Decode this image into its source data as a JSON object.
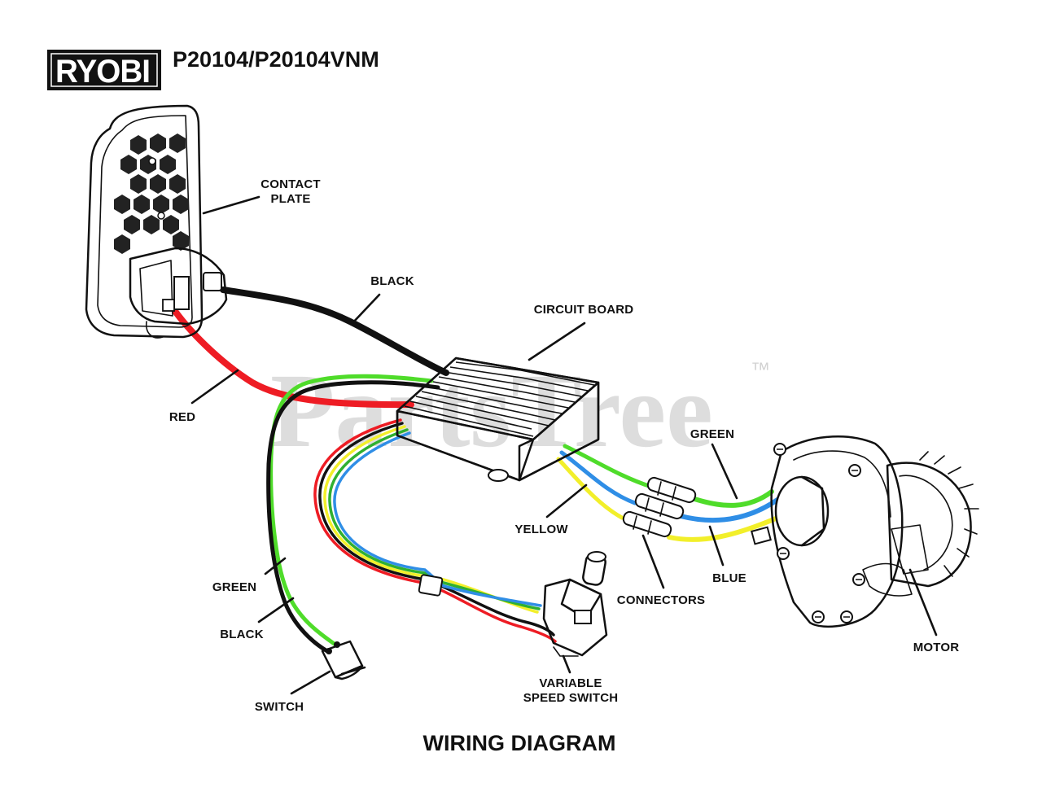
{
  "header": {
    "brand": "RYOBI",
    "model": "P20104/P20104VNM"
  },
  "watermark": {
    "text": "PartsTree",
    "trademark": "™"
  },
  "labels": {
    "contact_plate": [
      "CONTACT",
      "PLATE"
    ],
    "black_top": "BLACK",
    "circuit_board": "CIRCUIT BOARD",
    "red": "RED",
    "green_right": "GREEN",
    "yellow": "YELLOW",
    "green_left": "GREEN",
    "blue": "BLUE",
    "connectors": "CONNECTORS",
    "black_left": "BLACK",
    "motor": "MOTOR",
    "switch": "SWITCH",
    "variable_speed_switch": [
      "VARIABLE",
      "SPEED SWITCH"
    ]
  },
  "footer": {
    "title": "WIRING DIAGRAM"
  },
  "wire_colors": {
    "black": "#111111",
    "red": "#ee1c24",
    "green": "#4fdc2a",
    "blue": "#2f8ee6",
    "yellow": "#f2ef2a"
  },
  "icons": {
    "logo": "ryobi-logo",
    "contact_plate": "contact-plate-icon",
    "circuit_board": "circuit-board-icon",
    "motor": "motor-icon",
    "switch": "micro-switch-icon",
    "variable_speed_switch": "variable-speed-switch-icon"
  }
}
